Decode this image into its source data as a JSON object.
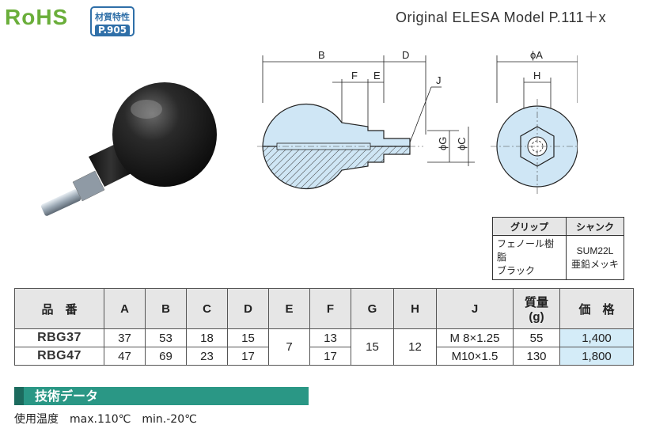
{
  "header": {
    "rohs": "RoHS",
    "badge_line1": "材質特性",
    "badge_line2": "P.905",
    "model": "Original ELESA Model P.111＋x"
  },
  "drawing": {
    "labels": {
      "B": "B",
      "D": "D",
      "F": "F",
      "E": "E",
      "J": "J",
      "phiG": "ϕG",
      "phiC": "ϕC",
      "phiA": "ϕA",
      "H": "H"
    }
  },
  "spec_table": {
    "headers": [
      "グリップ",
      "シャンク"
    ],
    "grip_l1": "フェノール樹脂",
    "grip_l2": "ブラック",
    "shank_l1": "SUM22L",
    "shank_l2": "亜鉛メッキ"
  },
  "main_table": {
    "headers": {
      "hinban": "品　番",
      "A": "A",
      "B": "B",
      "C": "C",
      "D": "D",
      "E": "E",
      "F": "F",
      "G": "G",
      "H": "H",
      "J": "J",
      "mass_l1": "質量",
      "mass_l2": "(g)",
      "price": "価　格"
    },
    "rows": [
      {
        "model": "RBG37",
        "A": "37",
        "B": "53",
        "C": "18",
        "D": "15",
        "F": "13",
        "J": "M 8×1.25",
        "mass": "55",
        "price": "1,400"
      },
      {
        "model": "RBG47",
        "A": "47",
        "B": "69",
        "C": "23",
        "D": "17",
        "F": "17",
        "J": "M10×1.5",
        "mass": "130",
        "price": "1,800"
      }
    ],
    "shared": {
      "E": "7",
      "G": "15",
      "H": "12"
    }
  },
  "tech": {
    "title": "技術データ",
    "temperature": "使用温度　max.110℃　min.-20℃"
  },
  "colors": {
    "rohs_green": "#6aae3a",
    "badge_blue": "#2f6fa8",
    "teal": "#2a9785",
    "price_blue": "#d4ecf8",
    "part_blue": "#cfe6f5"
  }
}
